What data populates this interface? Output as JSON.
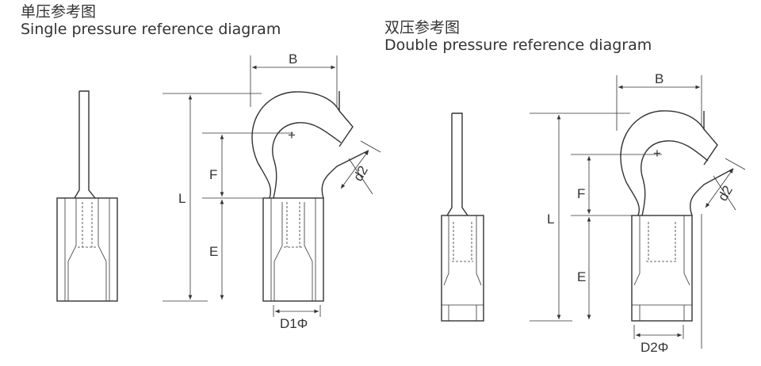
{
  "single": {
    "title_cn": "单压参考图",
    "title_en": "Single pressure reference diagram",
    "labels": {
      "B": "B",
      "L": "L",
      "F": "F",
      "E": "E",
      "d2": "d2",
      "D": "D1Φ",
      "center": "+"
    }
  },
  "double": {
    "title_cn": "双压参考图",
    "title_en": "Double pressure reference diagram",
    "labels": {
      "B": "B",
      "L": "L",
      "F": "F",
      "E": "E",
      "d2": "d2",
      "D": "D2Φ",
      "center": "+"
    }
  }
}
